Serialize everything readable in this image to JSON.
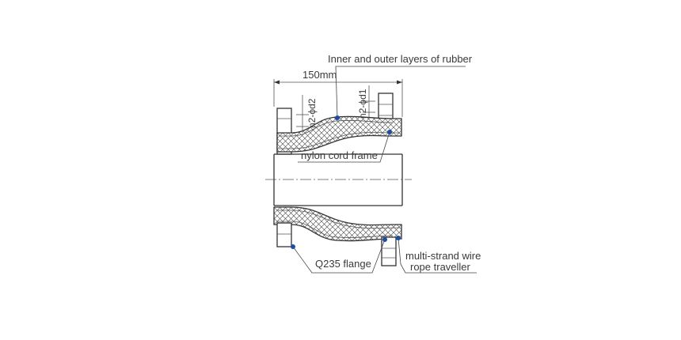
{
  "labels": {
    "dimension_length": "150mm",
    "hole_left": "n2-ϕd2",
    "hole_right": "n2-ϕd1",
    "rubber_layers": "Inner and outer layers of rubber",
    "cord_frame": "nylon cord frame",
    "flange": "Q235 flange",
    "wire_line1": "multi-strand wire",
    "wire_line2": "rope traveller"
  },
  "colors": {
    "leader_dot": "#1f4e9c",
    "line": "#333333",
    "text": "#3a3a3a"
  }
}
